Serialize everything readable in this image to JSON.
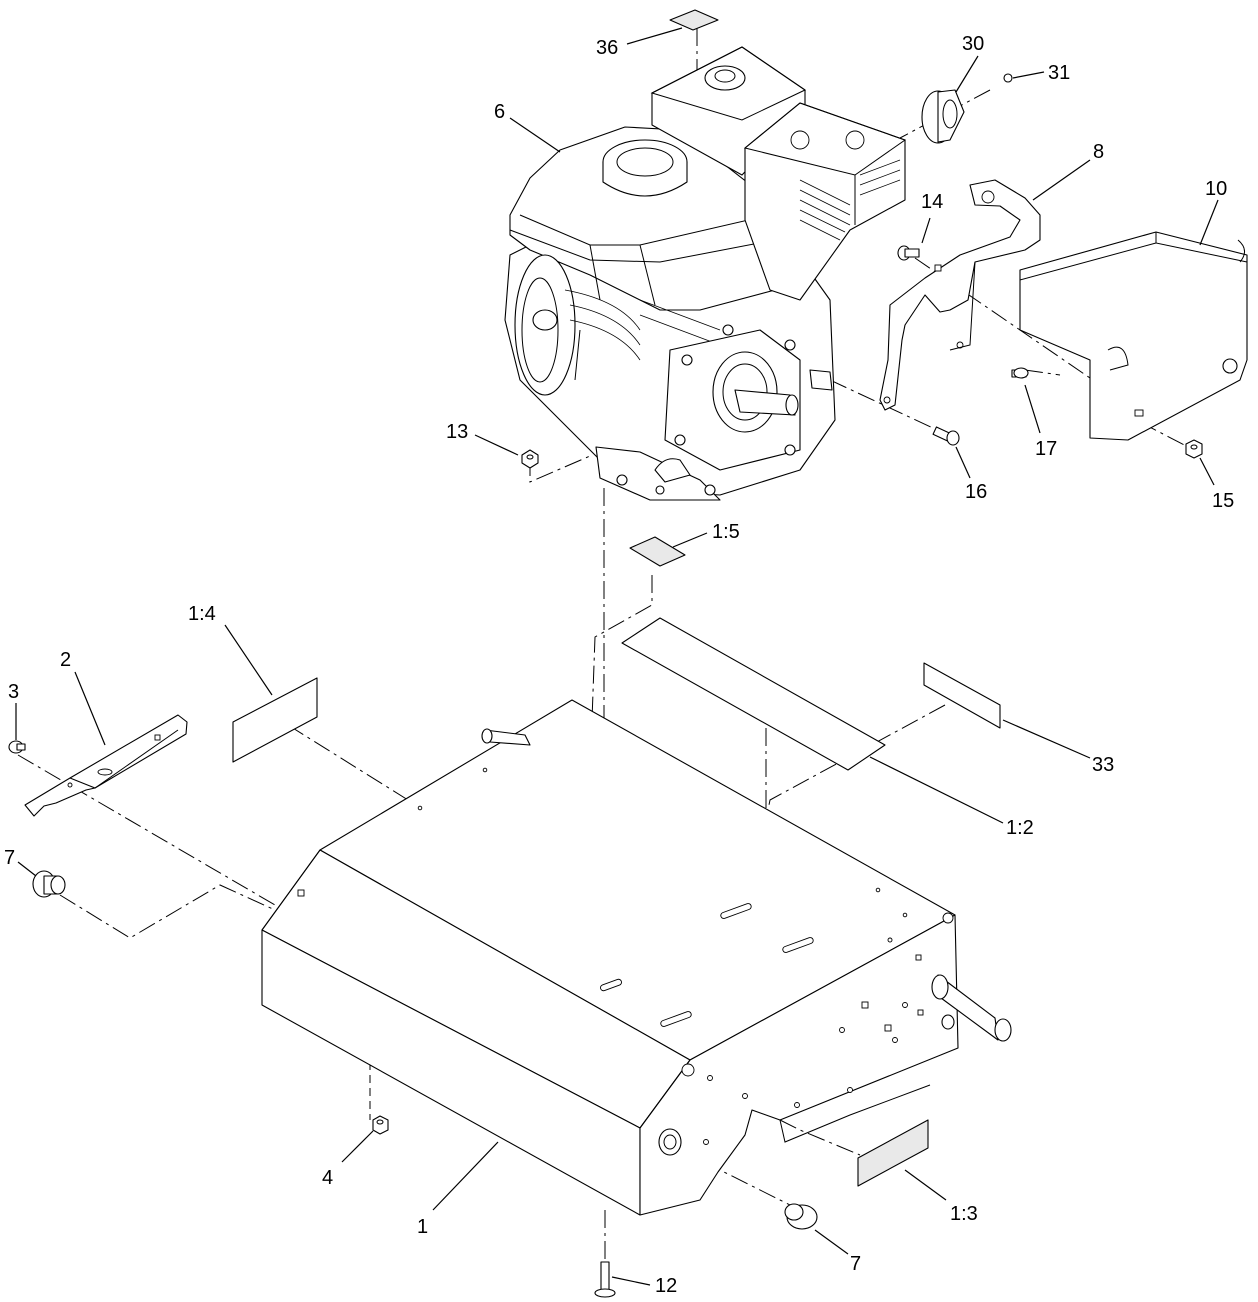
{
  "callouts": {
    "c1": "1",
    "c1_2": "1:2",
    "c1_3": "1:3",
    "c1_4": "1:4",
    "c1_5": "1:5",
    "c2": "2",
    "c3": "3",
    "c4": "4",
    "c6": "6",
    "c7a": "7",
    "c7b": "7",
    "c8": "8",
    "c10": "10",
    "c12": "12",
    "c13": "13",
    "c14": "14",
    "c15": "15",
    "c16": "16",
    "c17": "17",
    "c30": "30",
    "c31": "31",
    "c33": "33",
    "c36": "36"
  }
}
